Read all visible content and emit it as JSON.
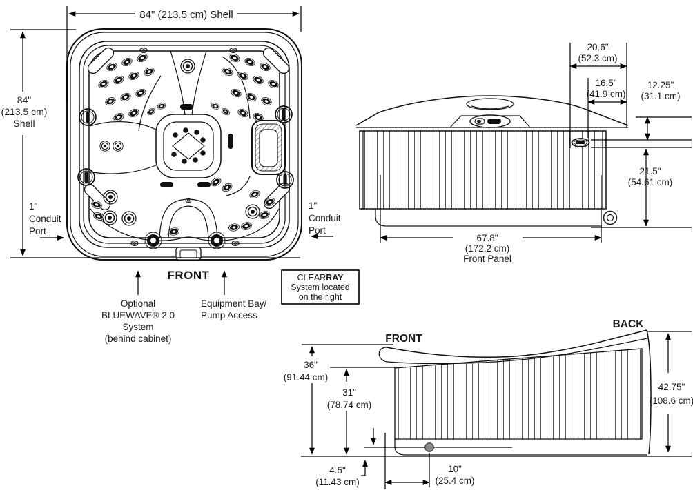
{
  "colors": {
    "line": "#111111",
    "drain_gray": "#8a8a8a",
    "background": "#ffffff"
  },
  "top_view": {
    "width_dim": "84\" (213.5 cm) Shell",
    "height_dim": {
      "l1": "84\"",
      "l2": "(213.5 cm)",
      "l3": "Shell"
    },
    "conduit_left": {
      "l1": "1\"",
      "l2": "Conduit",
      "l3": "Port"
    },
    "conduit_right": {
      "l1": "1\"",
      "l2": "Conduit",
      "l3": "Port"
    },
    "front_label": "FRONT",
    "bluewave": {
      "l1": "Optional",
      "l2": "BLUEWAVE® 2.0",
      "l3": "System",
      "l4": "(behind cabinet)"
    },
    "equipment": {
      "l1": "Equipment Bay/",
      "l2": "Pump Access"
    },
    "clearray": {
      "l1_normal": "CLEAR",
      "l1_bold": "RAY",
      "l2": "System located",
      "l3": "on the right"
    }
  },
  "front_view": {
    "dim_width_top": {
      "l1": "20.6\"",
      "l2": "(52.3 cm)"
    },
    "dim_width_mid": {
      "l1": "16.5\"",
      "l2": "(41.9 cm)"
    },
    "dim_lip": {
      "l1": "12.25\"",
      "l2": "(31.1 cm)"
    },
    "dim_cabinet": {
      "l1": "21.5\"",
      "l2": "(54.61 cm)"
    },
    "dim_panel": {
      "l1": "67.8\"",
      "l2": "(172.2 cm)",
      "l3": "Front Panel"
    }
  },
  "side_view": {
    "front_label": "FRONT",
    "back_label": "BACK",
    "dim_front_height": {
      "l1": "36\"",
      "l2": "(91.44 cm)"
    },
    "dim_skirt_height": {
      "l1": "31\"",
      "l2": "(78.74 cm)"
    },
    "dim_back_height": {
      "l1": "42.75\"",
      "l2": "(108.6 cm)"
    },
    "dim_drain_height": {
      "l1": "4.5\"",
      "l2": "(11.43 cm)"
    },
    "dim_drain_offset": {
      "l1": "10\"",
      "l2": "(25.4 cm)"
    }
  }
}
